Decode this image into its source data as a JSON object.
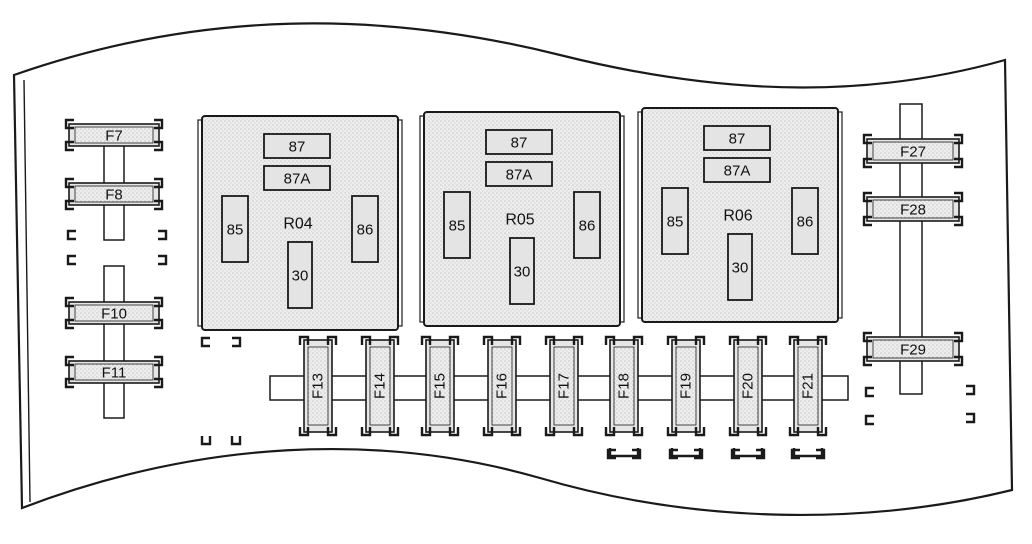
{
  "relays": [
    {
      "id": "R04",
      "pins": {
        "p87": "87",
        "p87a": "87A",
        "p85": "85",
        "p86": "86",
        "p30": "30"
      }
    },
    {
      "id": "R05",
      "pins": {
        "p87": "87",
        "p87a": "87A",
        "p85": "85",
        "p86": "86",
        "p30": "30"
      }
    },
    {
      "id": "R06",
      "pins": {
        "p87": "87",
        "p87a": "87A",
        "p85": "85",
        "p86": "86",
        "p30": "30"
      }
    }
  ],
  "fuses_left": [
    "F7",
    "F8",
    "F10",
    "F11"
  ],
  "fuses_right": [
    "F27",
    "F28",
    "F29"
  ],
  "fuses_bottom": [
    "F13",
    "F14",
    "F15",
    "F16",
    "F17",
    "F18",
    "F19",
    "F20",
    "F21"
  ],
  "colors": {
    "outline": "#1a1a1a",
    "panel_fill": "#ffffff",
    "relay_fill": "#e4e4e4",
    "fuse_fill": "#e6e6e6",
    "bar_fill": "#ffffff"
  }
}
